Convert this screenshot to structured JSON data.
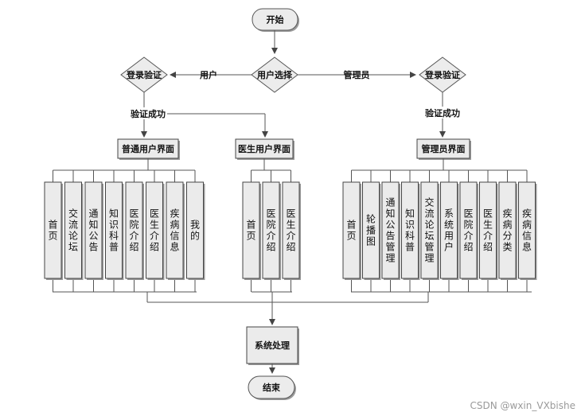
{
  "nodes": {
    "start": "开始",
    "user_select": "用户选择",
    "login_left": "登录验证",
    "login_right": "登录验证",
    "normal_ui": "普通用户界面",
    "doctor_ui": "医生用户界面",
    "admin_ui": "管理员界面",
    "system_process": "系统处理",
    "end": "结束"
  },
  "edges": {
    "user": "用户",
    "admin": "管理员",
    "success_left": "验证成功",
    "success_right": "验证成功"
  },
  "normal_modules": [
    "首页",
    "交流论坛",
    "通知公告",
    "知识科普",
    "医院介绍",
    "医生介绍",
    "疾病信息",
    "我的"
  ],
  "doctor_modules": [
    "首页",
    "医院介绍",
    "医生介绍"
  ],
  "admin_modules": [
    "首页",
    "轮播图",
    "通知公告管理",
    "知识科普",
    "交流论坛管理",
    "系统用户",
    "医院介绍",
    "医生介绍",
    "疾病分类",
    "疾病信息"
  ],
  "watermark": "CSDN @wxin_VXbishe",
  "colors": {
    "line": "#555555",
    "fill": "#ebebeb",
    "shadow": "#9a9a9a"
  }
}
